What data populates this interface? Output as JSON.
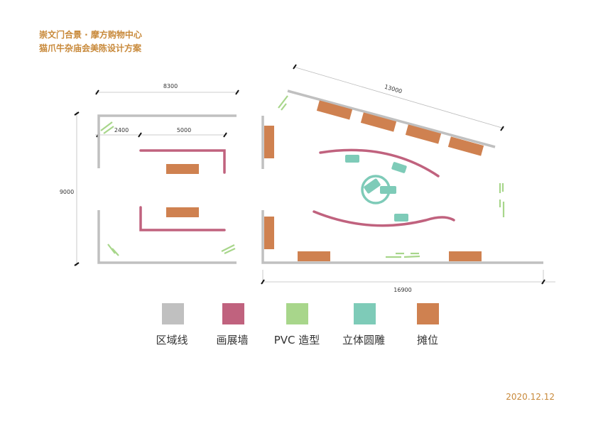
{
  "title": {
    "line1": "崇文门合景 · 摩方购物中心",
    "line2": "猫爪牛杂庙会美陈设计方案"
  },
  "dimensions": {
    "left_width": "8300",
    "left_height": "9000",
    "left_offset": "2400",
    "left_inner": "5000",
    "right_slant": "13000",
    "right_width": "16900"
  },
  "legend": [
    {
      "label": "区域线",
      "color": "#c0c0c0"
    },
    {
      "label": "画展墙",
      "color": "#c0627e"
    },
    {
      "label": "PVC 造型",
      "color": "#a8d68b"
    },
    {
      "label": "立体圆雕",
      "color": "#7ecbb8"
    },
    {
      "label": "摊位",
      "color": "#cf8150"
    }
  ],
  "date": "2020.12.12",
  "accent": "#c8893a"
}
